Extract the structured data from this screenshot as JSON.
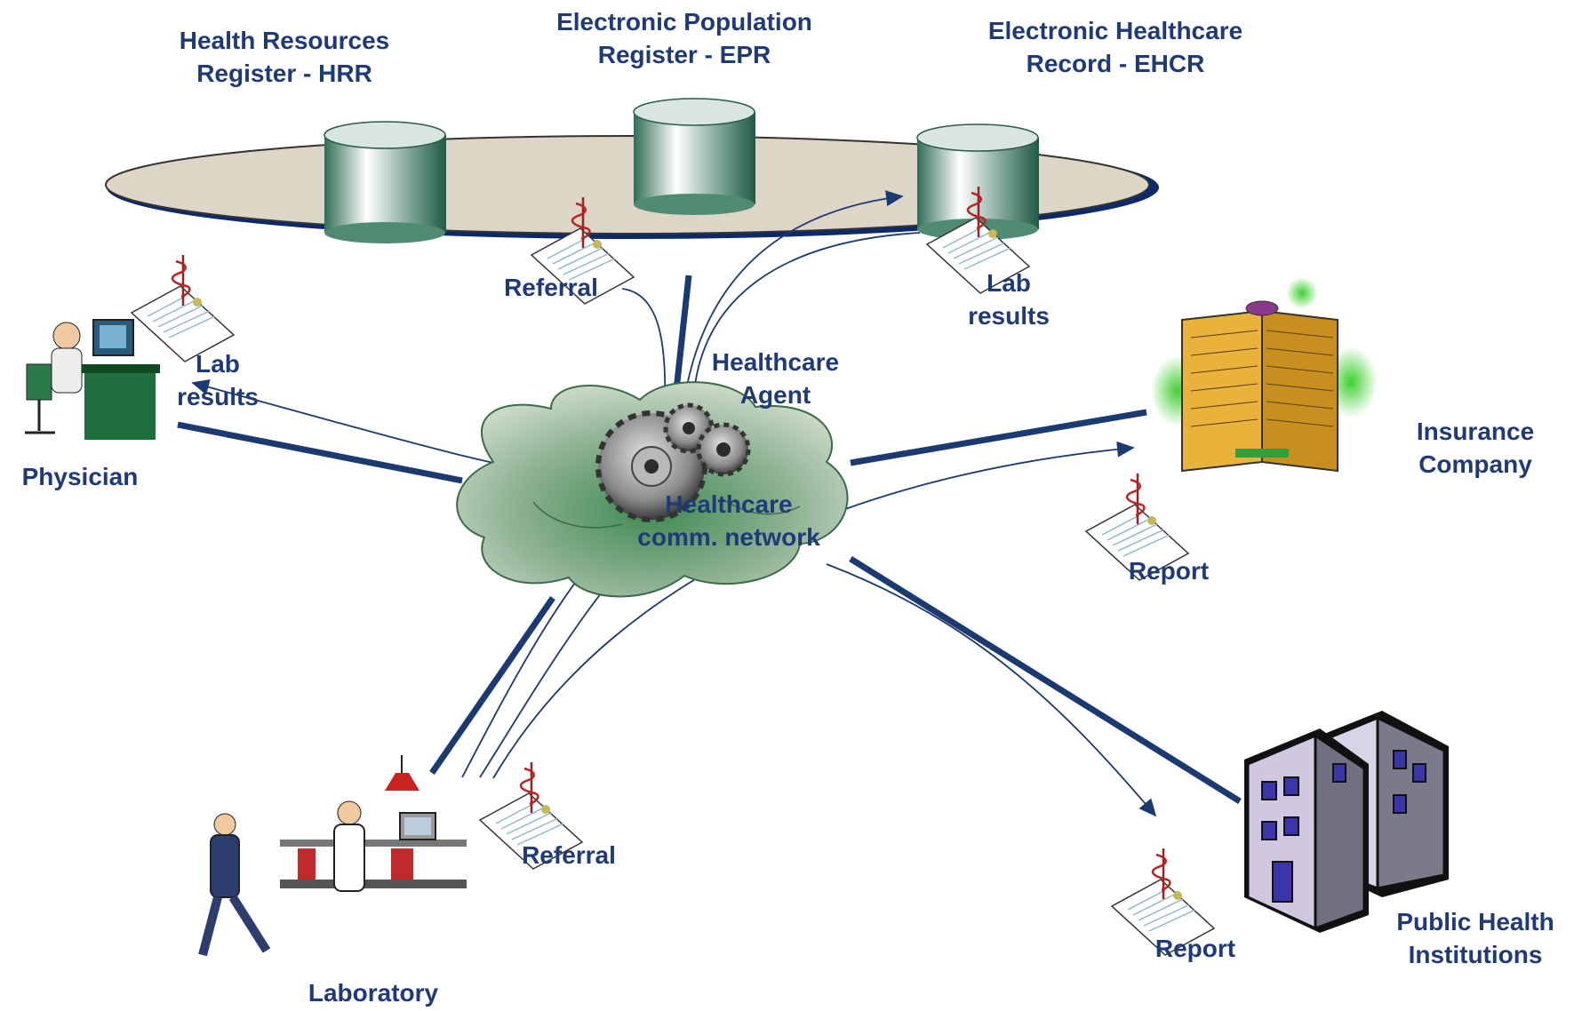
{
  "registers": {
    "hrr": [
      "Health Resources",
      "Register - HRR"
    ],
    "epr": [
      "Electronic Population",
      "Register - EPR"
    ],
    "ehcr": [
      "Electronic Healthcare",
      "Record - EHCR"
    ]
  },
  "network": {
    "agent": [
      "Healthcare",
      "Agent"
    ],
    "cloud": [
      "Healthcare",
      "comm. network"
    ]
  },
  "actors": {
    "physician": "Physician",
    "laboratory": "Laboratory",
    "insurance": [
      "Insurance",
      "Company"
    ],
    "public_health": [
      "Public Health",
      "Institutions"
    ]
  },
  "documents": {
    "referral_top": "Referral",
    "referral_bottom": "Referral",
    "lab_results_top": [
      "Lab",
      "results"
    ],
    "lab_results_physician": [
      "Lab",
      "results"
    ],
    "report_insurance": "Report",
    "report_public": "Report"
  },
  "colors": {
    "text": "#1f3a78",
    "connector": "#1b3a72",
    "platform": "#ddd5c6",
    "cloud": "#a9c2a6"
  }
}
